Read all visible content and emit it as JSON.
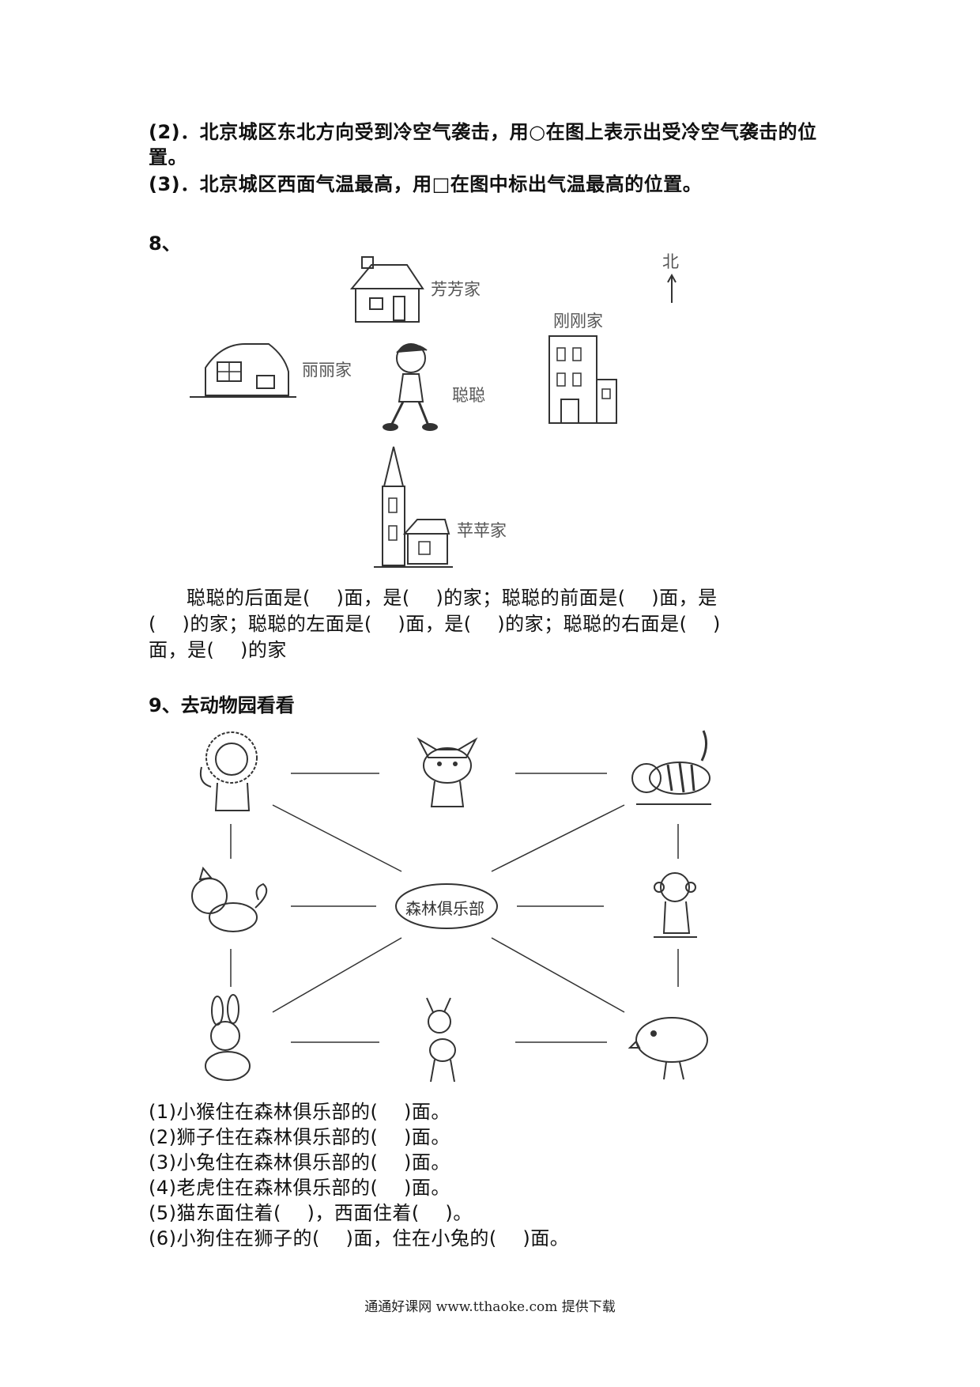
{
  "section7": {
    "q2_line1": "(2)．北京城区东北方向受到冷空气袭击，用○在图上表示出受冷空气袭击的位",
    "q2_line2": "置。",
    "q3": "(3)．北京城区西面气温最高，用□在图中标出气温最高的位置。"
  },
  "section8": {
    "heading": "8、",
    "north_label": "北",
    "houses": {
      "fangfang": "芳芳家",
      "lili": "丽丽家",
      "congcong": "聪聪",
      "ganggang": "刚刚家",
      "pingping": "苹苹家"
    },
    "q_line1": "聪聪的后面是(　 )面，是(　 )的家；聪聪的前面是(　 )面，是",
    "q_line2": "(　 )的家；聪聪的左面是(　 )面，是(　 )的家；聪聪的右面是(　 )",
    "q_line3": "面，是(　 )的家"
  },
  "section9": {
    "heading": "9、去动物园看看",
    "center_label": "森林俱乐部",
    "animals": [
      "lion",
      "cat",
      "tiger",
      "dog",
      "monkey",
      "rabbit",
      "deer",
      "chick"
    ],
    "questions": [
      "(1)小猴住在森林俱乐部的(　 )面。",
      "(2)狮子住在森林俱乐部的(　 )面。",
      "(3)小兔住在森林俱乐部的(　 )面。",
      "(4)老虎住在森林俱乐部的(　 )面。",
      "(5)猫东面住着(　 )，西面住着(　 )。",
      "(6)小狗住在狮子的(　 )面，住在小兔的(　 )面。"
    ]
  },
  "footer": "通通好课网  www.tthaoke.com  提供下载"
}
